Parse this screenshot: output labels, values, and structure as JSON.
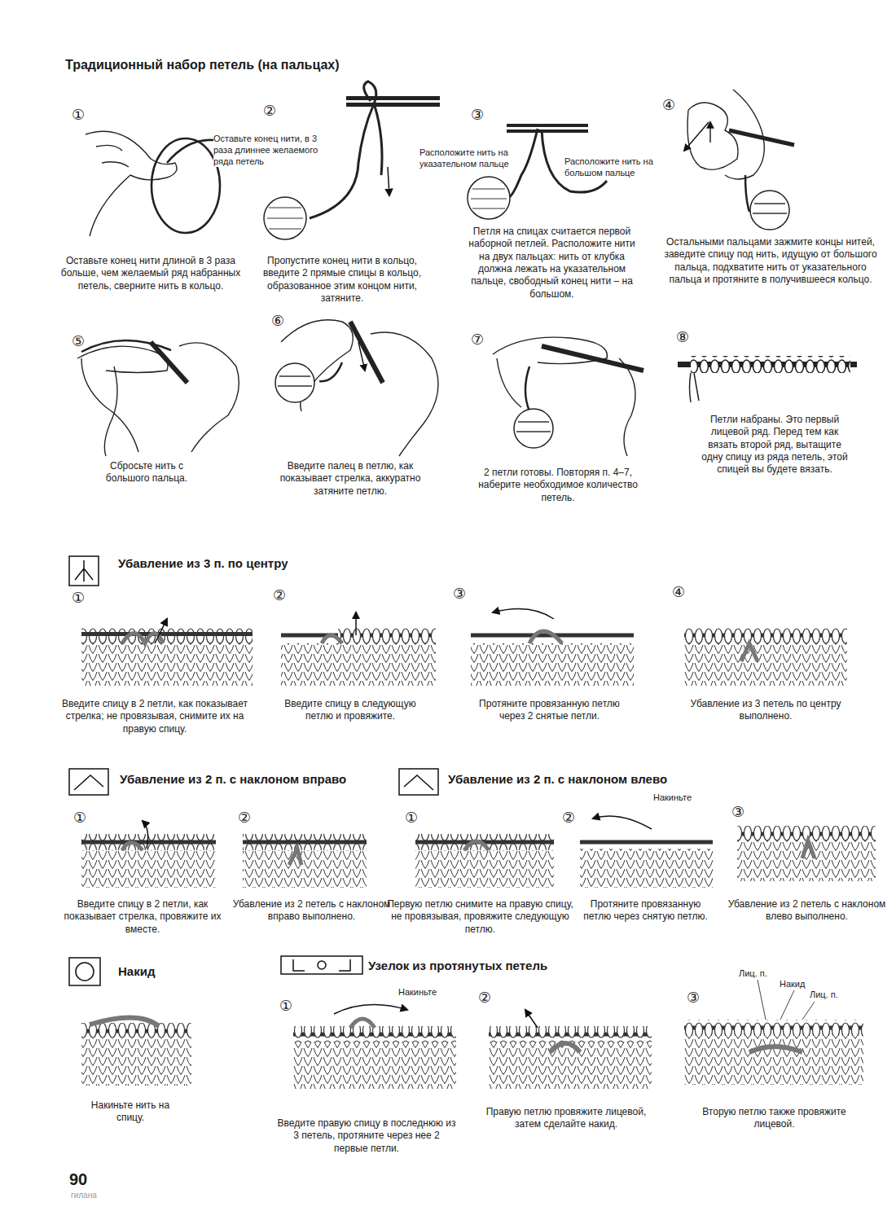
{
  "diagram": {
    "title": "Традиционный набор петель (на пальцах)",
    "labels": [
      "①",
      "Оставьте конец нити, в 3 раза длиннее желаемого ряда петель",
      "Оставьте конец нити длиной в 3 раза больше, чем желаемый ряд набранных петель, сверните нить в кольцо.",
      "②",
      "Пропустите конец нити в кольцо, введите 2 прямые спицы в кольцо, образованное этим концом нити, затяните.",
      "③",
      "Расположите нить на указательном пальце",
      "Расположите нить на большом пальце",
      "Петля на спицах считается первой наборной петлей. Расположите нити на двух пальцах: нить от клубка должна лежать на указательном пальце, свободный конец нити – на большом.",
      "④",
      "Остальными пальцами зажмите концы нитей, заведите спицу под нить, идущую от большого пальца, подхватите нить от указательного пальца и протяните в получившееся кольцо.",
      "⑤",
      "Сбросьте нить с большого пальца.",
      "⑥",
      "Введите палец в петлю, как показывает стрелка, аккуратно затяните петлю.",
      "⑦",
      "2 петли готовы. Повторяя п. 4–7, наберите необходимое количество петель.",
      "⑧",
      "Петли набраны. Это первый лицевой ряд. Перед тем как вязать второй ряд, вытащите одну спицу из ряда петель, этой спицей вы будете вязать.",
      "Убавление из 3 п. по центру",
      "①",
      "Введите спицу в 2 петли, как показывает стрелка; не провязывая, снимите их на правую спицу.",
      "②",
      "Введите спицу в следующую петлю и провяжите.",
      "③",
      "Протяните провязанную петлю через 2 снятые петли.",
      "④",
      "Убавление из 3 петель по центру выполнено.",
      "Убавление из 2 п. с наклоном вправо",
      "Убавление из 2 п. с наклоном влево",
      "①",
      "Введите спицу в 2 петли, как показывает стрелка, провяжите их вместе.",
      "②",
      "Убавление из 2 петель с наклоном вправо выполнено.",
      "①",
      "Первую петлю снимите на правую спицу, не провязывая, провяжите следующую петлю.",
      "Накиньте",
      "②",
      "Протяните провязанную петлю через снятую петлю.",
      "③",
      "Убавление из 2 петель с наклоном влево выполнено.",
      "Накид",
      "Накиньте нить на спицу.",
      "Узелок из протянутых петель",
      "Накиньте",
      "①",
      "Введите правую спицу в последнюю из 3 петель, протяните через нее 2 первые петли.",
      "②",
      "Правую петлю провяжите лицевой, затем сделайте накид.",
      "Лиц. п.",
      "Накид",
      "Лиц. п.",
      "③",
      "Вторую петлю также провяжите лицевой.",
      "90",
      "гилана"
    ]
  }
}
